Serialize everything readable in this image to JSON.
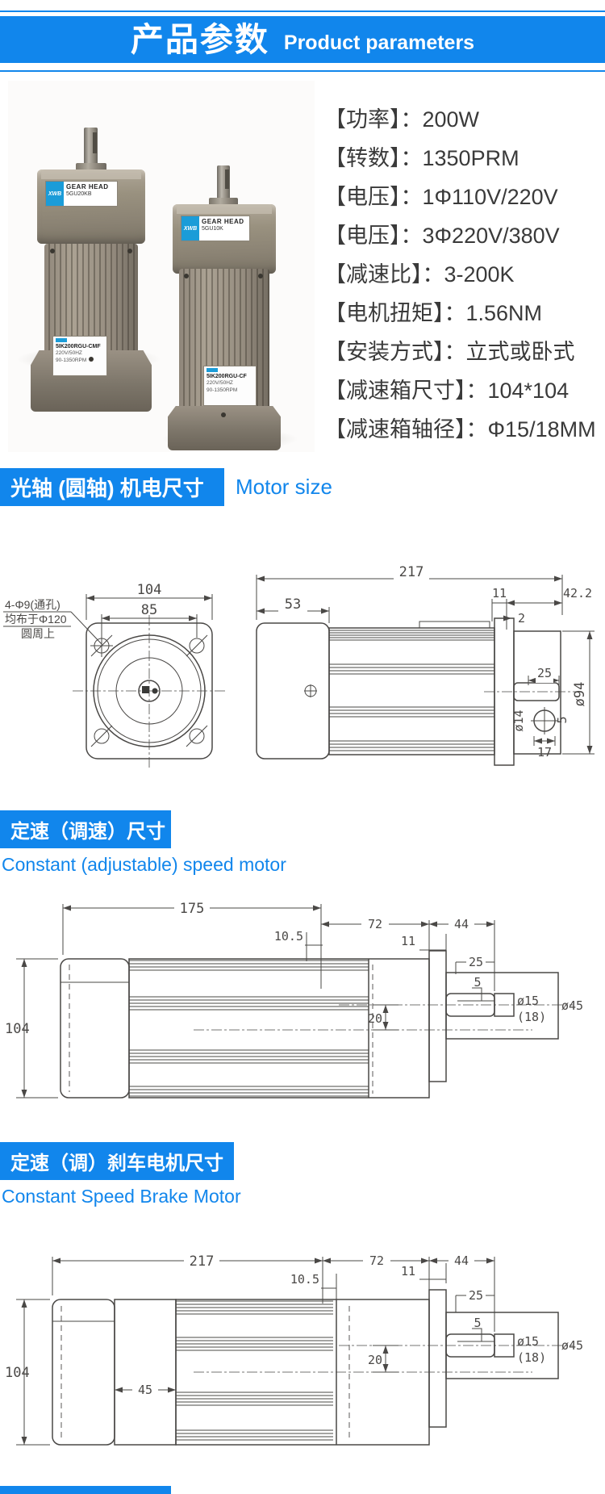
{
  "theme": {
    "accent": "#1186ec",
    "drawing_stroke": "#4a4846",
    "text_dark": "#3a3a3a"
  },
  "header": {
    "title_cn": "产品参数",
    "title_en": "Product parameters"
  },
  "photos": {
    "left": {
      "brand": "XWB",
      "gear_title": "GEAR HEAD",
      "gear_model": "5GU20KB",
      "body_model": "5IK200RGU-CMF",
      "body_sub1": "220V/50HZ",
      "body_sub2": "90-1350RPM"
    },
    "right": {
      "brand": "XWB",
      "gear_title": "GEAR HEAD",
      "gear_model": "5GU10K",
      "body_model": "5IK200RGU-CF",
      "body_sub1": "220V/50HZ",
      "body_sub2": "90-1350RPM"
    }
  },
  "specs": {
    "rows": [
      "【功率】：200W",
      "【转数】：1350PRM",
      "【电压】：1Φ110V/220V",
      "【电压】：3Φ220V/380V",
      "【减速比】：3-200K",
      "【电机扭矩】：1.56NM",
      "【安装方式】：立式或卧式",
      "【减速箱尺寸】：104*104",
      "【减速箱轴径】：Φ15/18MM"
    ]
  },
  "sections": {
    "s1": {
      "title": "光轴 (圆轴) 机电尺寸",
      "subtitle": "Motor size"
    },
    "s2": {
      "title": "定速（调速）尺寸",
      "subtitle": "Constant (adjustable) speed motor"
    },
    "s3": {
      "title": "定速（调）刹车电机尺寸",
      "subtitle": "Constant Speed Brake Motor"
    }
  },
  "drawing1": {
    "front": {
      "dim_width": "104",
      "dim_bolt_span": "85",
      "note_line1": "4-Φ9(通孔)",
      "note_line2": "均布于Φ120",
      "note_line3": "圆周上"
    },
    "side": {
      "dim_total": "217",
      "dim_gearhead": "53",
      "dim_flange": "11",
      "dim_rear": "42.2",
      "dim_2": "2",
      "dim_shaft_len": "25",
      "dim_body_dia": "ø94",
      "dim_shaft_dia": "ø14",
      "dim_key_depth": "5",
      "dim_key_len": "17"
    }
  },
  "drawing2": {
    "dim_total": "175",
    "dim_lip": "10.5",
    "dim_height": "104",
    "dim_rear": "72",
    "dim_front": "44",
    "dim_flange": "11",
    "dim_shaft_len": "25",
    "dim_key": "5",
    "dim_shaft_dia": "ø15",
    "dim_shaft_alt": "(18)",
    "dim_out_dia": "ø45",
    "dim_offset": "20"
  },
  "drawing3": {
    "dim_total": "217",
    "dim_lip": "10.5",
    "dim_height": "104",
    "dim_brake": "45",
    "dim_rear": "72",
    "dim_front": "44",
    "dim_flange": "11",
    "dim_shaft_len": "25",
    "dim_key": "5",
    "dim_shaft_dia": "ø15",
    "dim_shaft_alt": "(18)",
    "dim_out_dia": "ø45",
    "dim_offset": "20"
  }
}
